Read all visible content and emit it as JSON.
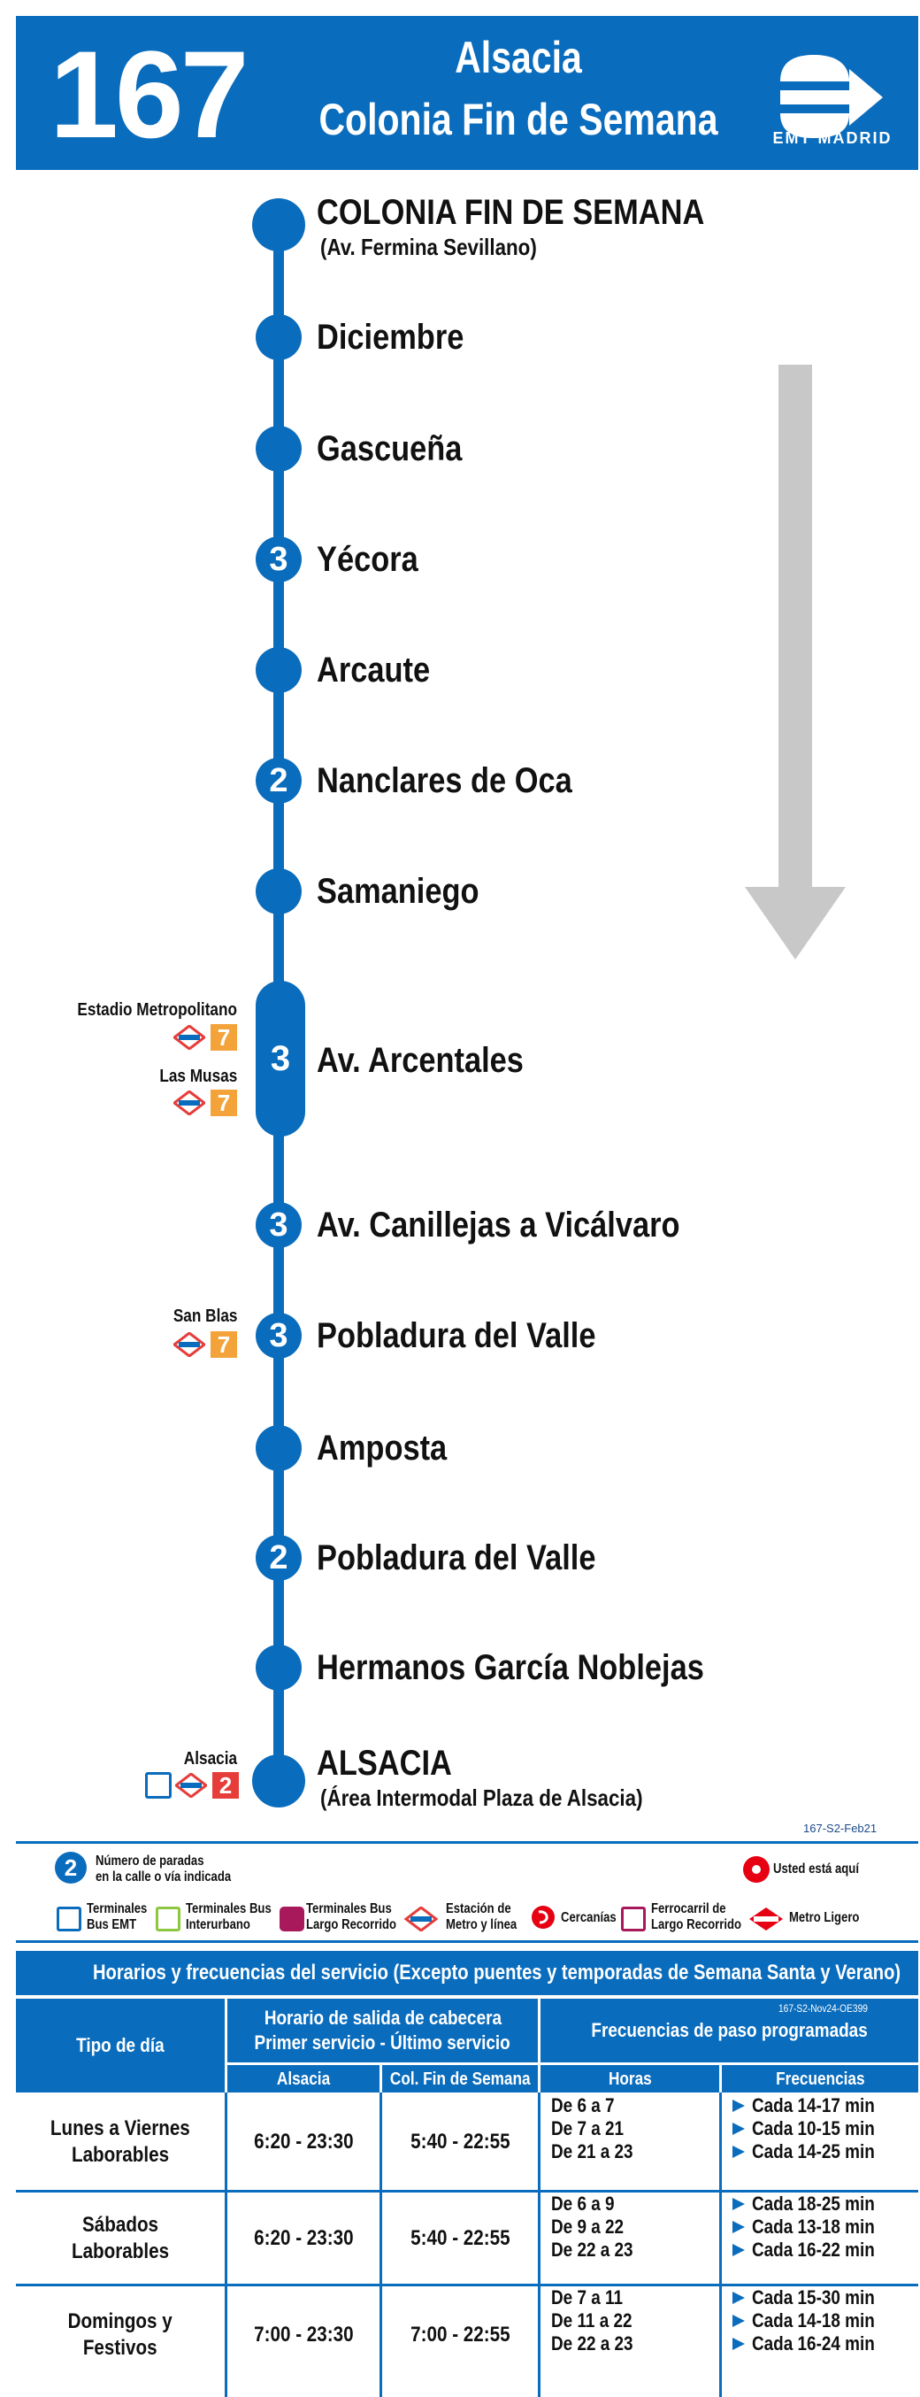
{
  "header": {
    "line_number": "167",
    "destination_top": "Alsacia",
    "destination_bottom": "Colonia Fin de Semana",
    "operator": "EMT MADRID"
  },
  "stops": [
    {
      "name": "COLONIA FIN DE SEMANA",
      "sub": "(Av. Fermina Sevillano)",
      "count": ""
    },
    {
      "name": "Diciembre",
      "count": ""
    },
    {
      "name": "Gascueña",
      "count": ""
    },
    {
      "name": "Yécora",
      "count": "3"
    },
    {
      "name": "Arcaute",
      "count": ""
    },
    {
      "name": "Nanclares de Oca",
      "count": "2"
    },
    {
      "name": "Samaniego",
      "count": ""
    },
    {
      "name": "Av. Arcentales",
      "count": "3"
    },
    {
      "name": "Av. Canillejas a Vicálvaro",
      "count": "3"
    },
    {
      "name": "Pobladura del Valle",
      "count": "3"
    },
    {
      "name": "Amposta",
      "count": ""
    },
    {
      "name": "Pobladura del Valle",
      "count": "2"
    },
    {
      "name": "Hermanos García Noblejas",
      "count": ""
    },
    {
      "name": "ALSACIA",
      "sub": "(Área Intermodal Plaza de Alsacia)",
      "count": ""
    }
  ],
  "connections": {
    "estadio": {
      "label": "Estadio Metropolitano",
      "line": "7"
    },
    "musas": {
      "label": "Las Musas",
      "line": "7"
    },
    "sanblas": {
      "label": "San Blas",
      "line": "7"
    },
    "alsacia": {
      "label": "Alsacia",
      "line": "2"
    }
  },
  "map_code": "167-S2-Feb21",
  "legend": {
    "stops_count": "2",
    "stops_text_1": "Número de paradas",
    "stops_text_2": "en la calle o vía indicada",
    "you_are_here": "Usted está aquí",
    "items": [
      {
        "l1": "Terminales",
        "l2": "Bus EMT"
      },
      {
        "l1": "Terminales Bus",
        "l2": "Interurbano"
      },
      {
        "l1": "Terminales Bus",
        "l2": "Largo Recorrido"
      },
      {
        "l1": "Estación de",
        "l2": "Metro y línea"
      },
      {
        "l1": "Cercanías",
        "l2": ""
      },
      {
        "l1": "Ferrocarril de",
        "l2": "Largo Recorrido"
      },
      {
        "l1": "Metro Ligero",
        "l2": ""
      }
    ]
  },
  "timetable": {
    "title": "Horarios y frecuencias del servicio (Excepto puentes y temporadas de Semana Santa y Verano)",
    "code": "167-S2-Nov24-OE399",
    "col_day": "Tipo de día",
    "col_schedule_1": "Horario de salida de cabecera",
    "col_schedule_2": "Primer servicio - Último servicio",
    "col_freq": "Frecuencias de paso programadas",
    "sub_alsacia": "Alsacia",
    "sub_colonia": "Col. Fin de Semana",
    "sub_hours": "Horas",
    "sub_freq": "Frecuencias",
    "rows": [
      {
        "day_1": "Lunes a Viernes",
        "day_2": "Laborables",
        "alsacia": "6:20 - 23:30",
        "colonia": "5:40 - 22:55",
        "hours": [
          "De 6 a 7",
          "De 7 a 21",
          "De 21 a 23"
        ],
        "freqs": [
          "Cada 14-17 min",
          "Cada 10-15 min",
          "Cada 14-25 min"
        ]
      },
      {
        "day_1": "Sábados",
        "day_2": "Laborables",
        "alsacia": "6:20 - 23:30",
        "colonia": "5:40 - 22:55",
        "hours": [
          "De 6 a 9",
          "De 9 a 22",
          "De 22 a 23"
        ],
        "freqs": [
          "Cada 18-25 min",
          "Cada 13-18 min",
          "Cada 16-22 min"
        ]
      },
      {
        "day_1": "Domingos y",
        "day_2": "Festivos",
        "alsacia": "7:00 - 23:30",
        "colonia": "7:00 - 22:55",
        "hours": [
          "De 7 a 11",
          "De 11 a 22",
          "De 22 a 23"
        ],
        "freqs": [
          "Cada 15-30 min",
          "Cada 14-18 min",
          "Cada 16-24 min"
        ]
      }
    ]
  },
  "colors": {
    "brand_blue": "#0a6cbc",
    "metro_line_7": "#f3a33a",
    "metro_line_2": "#e63d3a",
    "arrow_grey": "#c8c8c8",
    "here_red": "#e60012"
  }
}
